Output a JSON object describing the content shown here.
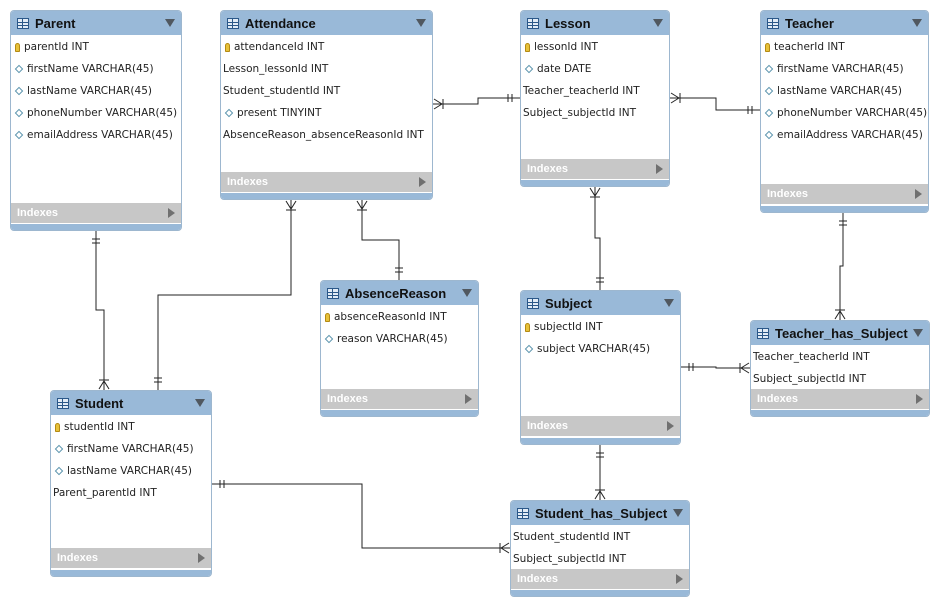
{
  "entities": {
    "parent": {
      "title": "Parent",
      "columns": [
        {
          "icon": "key",
          "text": "parentId INT"
        },
        {
          "icon": "diamond",
          "text": "firstName VARCHAR(45)"
        },
        {
          "icon": "diamond",
          "text": "lastName VARCHAR(45)"
        },
        {
          "icon": "diamond",
          "text": "phoneNumber VARCHAR(45)"
        },
        {
          "icon": "diamond",
          "text": "emailAddress VARCHAR(45)"
        }
      ],
      "indexes_label": "Indexes"
    },
    "attendance": {
      "title": "Attendance",
      "columns": [
        {
          "icon": "key",
          "text": "attendanceId INT"
        },
        {
          "icon": "none",
          "text": "Lesson_lessonId INT"
        },
        {
          "icon": "none",
          "text": "Student_studentId INT"
        },
        {
          "icon": "diamond",
          "text": "present TINYINT"
        },
        {
          "icon": "none",
          "text": "AbsenceReason_absenceReasonId INT"
        }
      ],
      "indexes_label": "Indexes"
    },
    "lesson": {
      "title": "Lesson",
      "columns": [
        {
          "icon": "key",
          "text": "lessonId INT"
        },
        {
          "icon": "diamond",
          "text": "date DATE"
        },
        {
          "icon": "none",
          "text": "Teacher_teacherId INT"
        },
        {
          "icon": "none",
          "text": "Subject_subjectId INT"
        }
      ],
      "indexes_label": "Indexes"
    },
    "teacher": {
      "title": "Teacher",
      "columns": [
        {
          "icon": "key",
          "text": "teacherId INT"
        },
        {
          "icon": "diamond",
          "text": "firstName VARCHAR(45)"
        },
        {
          "icon": "diamond",
          "text": "lastName VARCHAR(45)"
        },
        {
          "icon": "diamond",
          "text": "phoneNumber VARCHAR(45)"
        },
        {
          "icon": "diamond",
          "text": "emailAddress VARCHAR(45)"
        }
      ],
      "indexes_label": "Indexes"
    },
    "absenceReason": {
      "title": "AbsenceReason",
      "columns": [
        {
          "icon": "key",
          "text": "absenceReasonId INT"
        },
        {
          "icon": "diamond",
          "text": "reason VARCHAR(45)"
        }
      ],
      "indexes_label": "Indexes"
    },
    "subject": {
      "title": "Subject",
      "columns": [
        {
          "icon": "key",
          "text": "subjectId INT"
        },
        {
          "icon": "diamond",
          "text": "subject VARCHAR(45)"
        }
      ],
      "indexes_label": "Indexes"
    },
    "teacherHasSubject": {
      "title": "Teacher_has_Subject",
      "columns": [
        {
          "icon": "none",
          "text": "Teacher_teacherId INT"
        },
        {
          "icon": "none",
          "text": "Subject_subjectId INT"
        }
      ],
      "indexes_label": "Indexes"
    },
    "student": {
      "title": "Student",
      "columns": [
        {
          "icon": "key",
          "text": "studentId INT"
        },
        {
          "icon": "diamond",
          "text": "firstName VARCHAR(45)"
        },
        {
          "icon": "diamond",
          "text": "lastName VARCHAR(45)"
        },
        {
          "icon": "none",
          "text": "Parent_parentId INT"
        }
      ],
      "indexes_label": "Indexes"
    },
    "studentHasSubject": {
      "title": "Student_has_Subject",
      "columns": [
        {
          "icon": "none",
          "text": "Student_studentId INT"
        },
        {
          "icon": "none",
          "text": "Subject_subjectId INT"
        }
      ],
      "indexes_label": "Indexes"
    }
  },
  "relationships": [
    {
      "from": "Parent",
      "to": "Student",
      "from_end": "one",
      "to_end": "many"
    },
    {
      "from": "Student",
      "to": "Attendance",
      "from_end": "one",
      "to_end": "many"
    },
    {
      "from": "AbsenceReason",
      "to": "Attendance",
      "from_end": "one",
      "to_end": "many"
    },
    {
      "from": "Lesson",
      "to": "Attendance",
      "from_end": "one",
      "to_end": "many"
    },
    {
      "from": "Teacher",
      "to": "Lesson",
      "from_end": "one",
      "to_end": "many"
    },
    {
      "from": "Subject",
      "to": "Lesson",
      "from_end": "one",
      "to_end": "many"
    },
    {
      "from": "Teacher",
      "to": "Teacher_has_Subject",
      "from_end": "one",
      "to_end": "many"
    },
    {
      "from": "Subject",
      "to": "Teacher_has_Subject",
      "from_end": "one",
      "to_end": "many"
    },
    {
      "from": "Subject",
      "to": "Student_has_Subject",
      "from_end": "one",
      "to_end": "many"
    },
    {
      "from": "Student",
      "to": "Student_has_Subject",
      "from_end": "one",
      "to_end": "many"
    }
  ],
  "colors": {
    "header": "#99b9d8",
    "indexes_bar": "#c7c7c7",
    "connector": "#222222",
    "key_icon": "#e8c23a"
  }
}
